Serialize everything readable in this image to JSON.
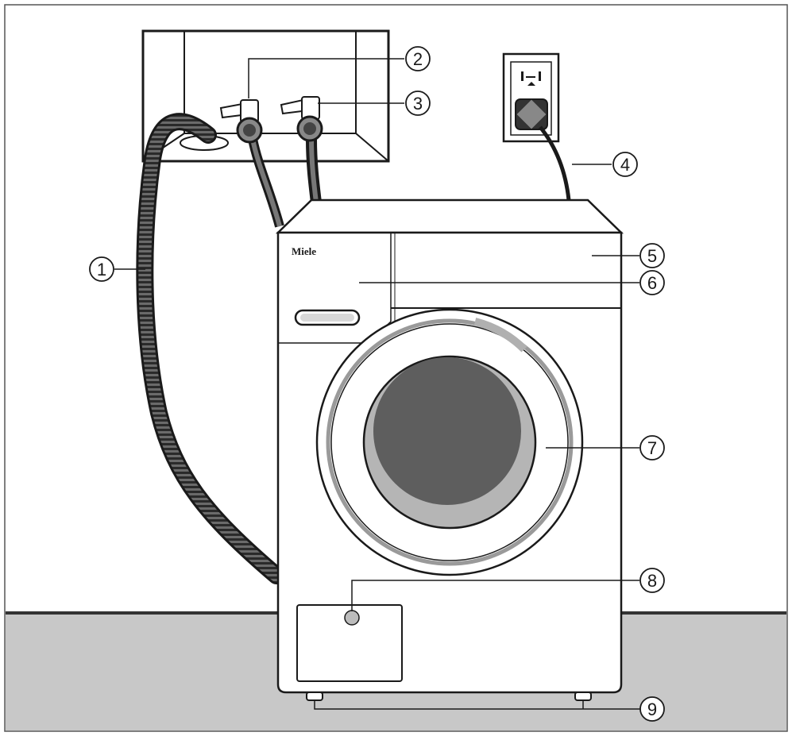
{
  "brand": "Miele",
  "callouts": [
    {
      "id": 1,
      "label": "1"
    },
    {
      "id": 2,
      "label": "2"
    },
    {
      "id": 3,
      "label": "3"
    },
    {
      "id": 4,
      "label": "4"
    },
    {
      "id": 5,
      "label": "5"
    },
    {
      "id": 6,
      "label": "6"
    },
    {
      "id": 7,
      "label": "7"
    },
    {
      "id": 8,
      "label": "8"
    },
    {
      "id": 9,
      "label": "9"
    }
  ],
  "colors": {
    "floor": "#c8c8c8",
    "line": "#1a1a1a",
    "door_glass": "#5e5e5e",
    "door_ring": "#a8a8a8",
    "hose": "#555555"
  }
}
